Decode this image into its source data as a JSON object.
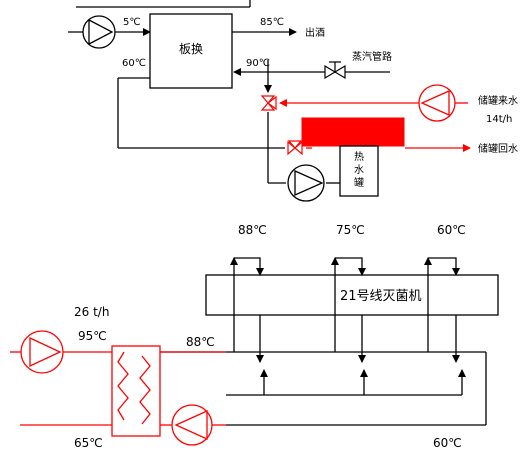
{
  "upper_loop": {
    "temp_inlet": "5℃",
    "temp_outlet": "85℃",
    "outlet_label": "出酒",
    "temp_return": "60℃",
    "temp_steam_side": "90℃",
    "heat_exchanger_label": "板换",
    "steam_line_label": "蒸汽管路",
    "tank_supply_label": "储罐来水",
    "tank_supply_flow": "14t/h",
    "tank_return_label": "储罐回水",
    "hot_water_tank_label": "热水罐"
  },
  "lower_loop": {
    "temp_top_1": "88℃",
    "temp_top_2": "75℃",
    "temp_top_3": "60℃",
    "sterilizer_label": "21号线灭菌机",
    "flow": "26 t/h",
    "temp_supply": "95℃",
    "temp_header": "88℃",
    "temp_cold_in": "65℃",
    "temp_return": "60℃"
  },
  "colors": {
    "hot_line": "#ff0000",
    "line": "#000000",
    "tank_fill": "#ff0000"
  }
}
